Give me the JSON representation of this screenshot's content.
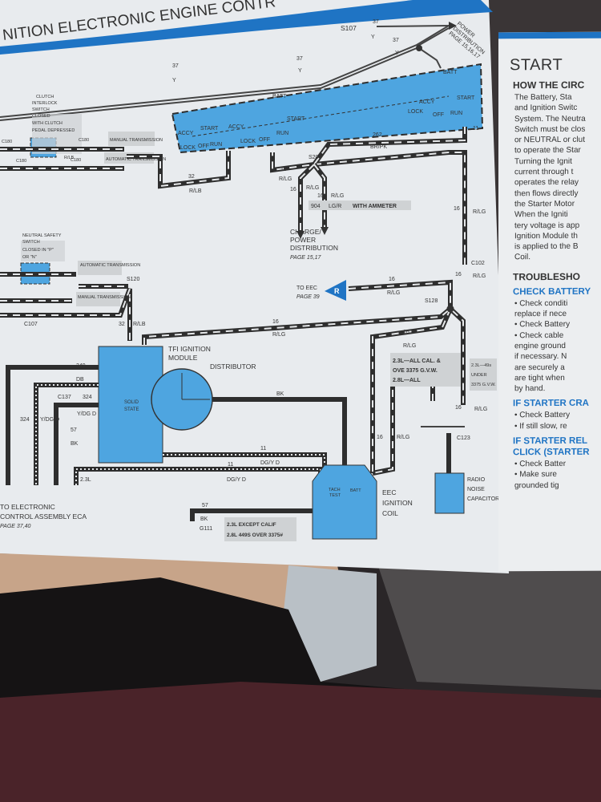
{
  "header": {
    "title": "NITION ELECTRONIC ENGINE CONTR"
  },
  "diagram": {
    "splices": {
      "s107": "S107",
      "s207": "S207",
      "s120": "S120",
      "s128": "S128"
    },
    "connectors": {
      "c180a": "C180",
      "c180b": "C180",
      "c180c": "C180",
      "c180d": "C180",
      "c107": "C107",
      "c137": "C137",
      "c102": "C102",
      "c123": "C123",
      "g111": "G111"
    },
    "power_dist": {
      "line1": "POWER",
      "line2": "DISTRIBUTION",
      "line3": "PAGE 15,16,17"
    },
    "ignition_switch": {
      "batt": "BATT",
      "batt2": "BATT",
      "accy": "ACCY",
      "lock": "LOCK",
      "off": "OFF",
      "run": "RUN",
      "start": "START",
      "accy2": "ACCY",
      "start2": "START",
      "lock2": "LOCK",
      "off2": "OFF",
      "run2": "RUN",
      "accy3": "ACCY",
      "start3": "START",
      "lock3": "LOCK",
      "off3": "OFF",
      "run3": "RUN",
      "pin": "11"
    },
    "clutch_switch": {
      "l1": "CLUTCH",
      "l2": "INTERLOCK",
      "l3": "SWITCH",
      "l4": "CLOSED",
      "l5": "WITH CLUTCH",
      "l6": "PEDAL DEPRESSED"
    },
    "neutral_switch": {
      "l1": "NEUTRAL SAFETY",
      "l2": "SWITCH",
      "l3": "CLOSED IN \"P\"",
      "l4": "OR \"N\""
    },
    "trans": {
      "manual": "MANUAL TRANSMISSION",
      "automatic": "AUTOMATIC TRANSMISSION",
      "automatic2": "AUTOMATIC TRANSMISSION",
      "manual2": "MANUAL TRANSMISSION"
    },
    "wires": {
      "w37": "37",
      "y": "Y",
      "w32": "32",
      "rlb": "R/LB",
      "w262": "262",
      "brpk": "BR/PK",
      "w16": "16",
      "rlg": "R/LG",
      "w904": "904",
      "lgr": "LG/R",
      "with_ammeter": "WITH AMMETER",
      "w349": "349",
      "db": "DB",
      "w324": "324",
      "ydgd": "Y/DG D",
      "w57": "57",
      "bk": "BK",
      "w11": "11",
      "dgyd": "DG/Y D",
      "l23": "2.3L"
    },
    "charge": {
      "l1": "CHARGE/",
      "l2": "POWER",
      "l3": "DISTRIBUTION",
      "l4": "PAGE 15,17"
    },
    "to_eec": {
      "l1": "TO EEC",
      "l2": "PAGE 39",
      "badge": "R"
    },
    "tfi": {
      "l1": "TFI IGNITION",
      "l2": "MODULE",
      "solid1": "SOLID",
      "solid2": "STATE"
    },
    "distributor": "DISTRIBUTOR",
    "eca": {
      "l1": "TO ELECTRONIC",
      "l2": "CONTROL ASSEMBLY ECA",
      "l3": "PAGE 37,40"
    },
    "note_g111": {
      "l1": "2.3L EXCEPT CALIF",
      "l2": "2.8L 449S OVER 3375#"
    },
    "note_cal": {
      "l1": "2.3L—ALL CAL. &",
      "l2": "OVE 3375 G.V.W.",
      "l3": "2.8L—ALL"
    },
    "note_under": {
      "l1": "2.3L—49s",
      "l2": "UNDER",
      "l3": "3375 G.V.W."
    },
    "coil": {
      "tach": "TACH",
      "test": "TEST",
      "batt": "BATT",
      "l1": "EEC",
      "l2": "IGNITION",
      "l3": "COIL"
    },
    "capacitor": {
      "l1": "RADIO",
      "l2": "NOISE",
      "l3": "CAPACITOR"
    }
  },
  "right_page": {
    "title": "START",
    "how": "HOW THE CIRC",
    "para": [
      "The Battery, Sta",
      "and Ignition Switc",
      "System. The Neutra",
      "Switch must be clos",
      "or NEUTRAL or clut",
      "to operate the Star",
      "Turning the Ignit",
      "current through t",
      "operates the relay",
      "then flows directly",
      "the Starter Motor",
      "When the Igniti",
      "tery voltage is app",
      "Ignition Module th",
      "is applied to the B",
      "Coil."
    ],
    "troubleshoot": "TROUBLESHO",
    "check_battery": "CHECK BATTERY",
    "cb_items": [
      "• Check conditi",
      "  replace if nece",
      "• Check Battery",
      "• Check cable",
      "  engine ground",
      "  if necessary. N",
      "  are securely a",
      "  are tight when",
      "  by hand."
    ],
    "cranks": "IF STARTER CRA",
    "cr_items": [
      "• Check Battery",
      "• If still slow, re"
    ],
    "relay1": "IF STARTER REL",
    "relay2": "CLICK (STARTER",
    "re_items": [
      "• Check Batter",
      "• Make sure",
      "  grounded tig"
    ]
  },
  "colors": {
    "diagram_blue": "#4ea5e0",
    "header_blue": "#1f74c4",
    "paper": "#e8ebee",
    "wire": "#2e2e2e"
  }
}
